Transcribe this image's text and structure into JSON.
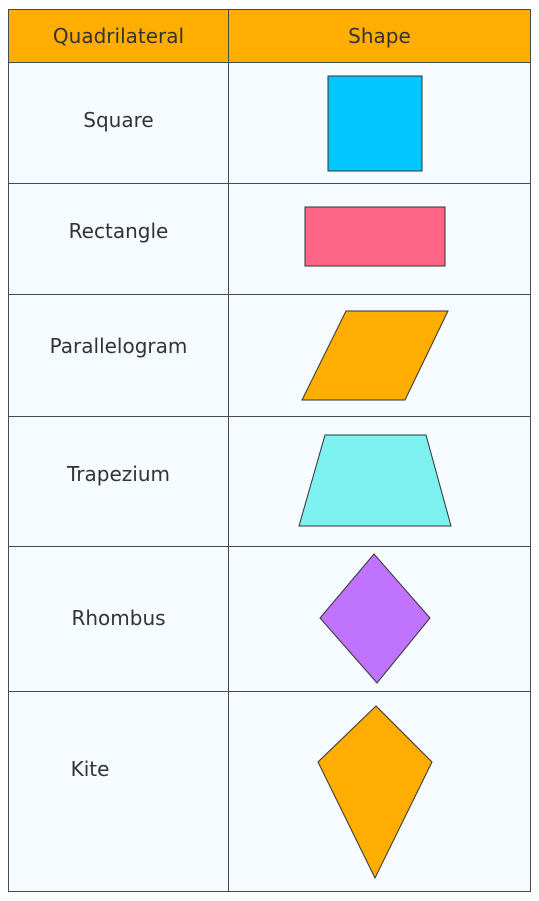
{
  "header": {
    "col1": "Quadrilateral",
    "col2": "Shape",
    "color": "#ffae00"
  },
  "rows": [
    {
      "label": "Square",
      "shape_icon": "square-icon",
      "color": "#00c8ff"
    },
    {
      "label": "Rectangle",
      "shape_icon": "rectangle-icon",
      "color": "#ff6685"
    },
    {
      "label": "Parallelogram",
      "shape_icon": "parallelogram-icon",
      "color": "#ffae00"
    },
    {
      "label": "Trapezium",
      "shape_icon": "trapezium-icon",
      "color": "#7df0f0"
    },
    {
      "label": "Rhombus",
      "shape_icon": "rhombus-icon",
      "color": "#bf73ff"
    },
    {
      "label": "Kite",
      "shape_icon": "kite-icon",
      "color": "#ffae00"
    }
  ]
}
